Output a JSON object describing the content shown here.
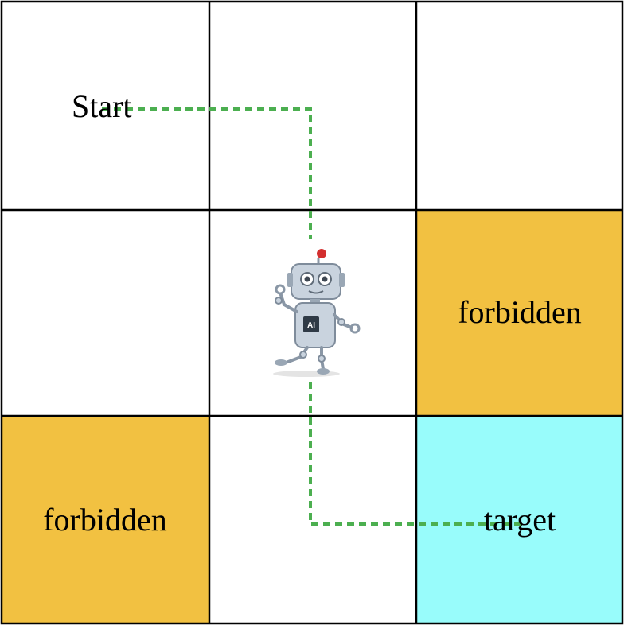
{
  "grid": {
    "rows": 3,
    "cols": 3,
    "cells": [
      {
        "row": 0,
        "col": 0,
        "type": "start",
        "label": "Start"
      },
      {
        "row": 0,
        "col": 1,
        "type": "empty",
        "label": ""
      },
      {
        "row": 0,
        "col": 2,
        "type": "empty",
        "label": ""
      },
      {
        "row": 1,
        "col": 0,
        "type": "empty",
        "label": ""
      },
      {
        "row": 1,
        "col": 1,
        "type": "agent",
        "label": ""
      },
      {
        "row": 1,
        "col": 2,
        "type": "forbidden",
        "label": "forbidden"
      },
      {
        "row": 2,
        "col": 0,
        "type": "forbidden",
        "label": "forbidden"
      },
      {
        "row": 2,
        "col": 1,
        "type": "empty",
        "label": ""
      },
      {
        "row": 2,
        "col": 2,
        "type": "target",
        "label": "target"
      }
    ]
  },
  "labels": {
    "start": "Start",
    "forbidden_right": "forbidden",
    "forbidden_left": "forbidden",
    "target": "target"
  },
  "robot": {
    "chip_text": "AI"
  },
  "colors": {
    "forbidden": "#F2C141",
    "target": "#98FCFB",
    "empty": "#FFFFFF",
    "grid_line": "#000000",
    "path": "#4CAF50",
    "robot_body": "#C9D3DE",
    "robot_antenna": "#D32F2F"
  },
  "path_cells": [
    "start",
    "down",
    "down",
    "right-to-target"
  ]
}
